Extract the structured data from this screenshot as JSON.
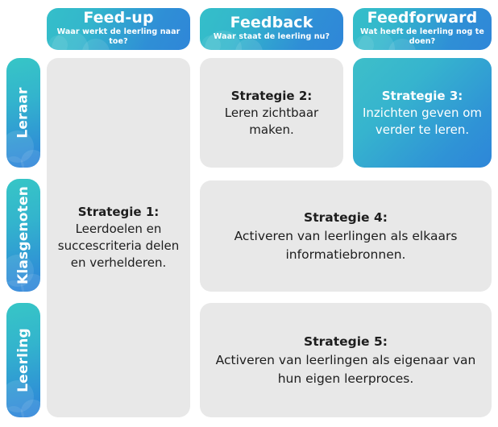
{
  "columns": [
    {
      "title": "Feed-up",
      "subtitle": "Waar werkt de leerling naar toe?"
    },
    {
      "title": "Feedback",
      "subtitle": "Waar staat de leerling nu?"
    },
    {
      "title": "Feedforward",
      "subtitle": "Wat heeft de leerling nog te doen?"
    }
  ],
  "rows": [
    {
      "label": "Leraar"
    },
    {
      "label": "Klasgenoten"
    },
    {
      "label": "Leerling"
    }
  ],
  "cards": {
    "strategie1": {
      "title": "Strategie 1:",
      "body": "Leerdoelen en succescriteria delen en verhelderen."
    },
    "strategie2": {
      "title": "Strategie 2:",
      "body": "Leren zichtbaar maken."
    },
    "strategie3": {
      "title": "Strategie 3:",
      "body": "Inzichten geven om verder te leren."
    },
    "strategie4": {
      "title": "Strategie 4:",
      "body": "Activeren van leerlingen als elkaars informatiebronnen."
    },
    "strategie5": {
      "title": "Strategie 5:",
      "body": "Activeren van leerlingen als eigenaar van hun eigen leerproces."
    }
  },
  "colors": {
    "gradient_start": "#37c6c6",
    "gradient_end": "#2e84da",
    "card_gray": "#e8e8e8",
    "text_dark": "#1d1d1d",
    "text_light": "#ffffff",
    "background": "#ffffff"
  }
}
